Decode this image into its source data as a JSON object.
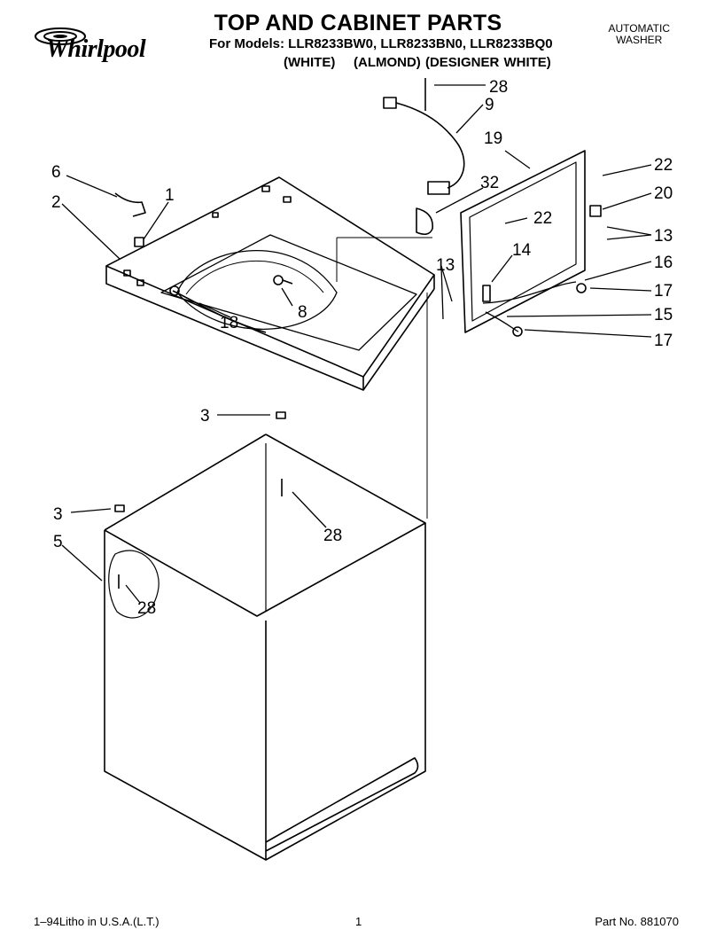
{
  "header": {
    "brand": "Whirlpool",
    "title": "TOP AND CABINET PARTS",
    "models_line": "For Models: LLR8233BW0, LLR8233BN0, LLR8233BQ0",
    "variants_line": "(WHITE)    (ALMOND) (DESIGNER WHITE)",
    "product_type_line1": "AUTOMATIC",
    "product_type_line2": "WASHER"
  },
  "callouts": {
    "c28_top": "28",
    "c9": "9",
    "c19": "19",
    "c22_a": "22",
    "c22_b": "22",
    "c20": "20",
    "c13_a": "13",
    "c13_b": "13",
    "c16": "16",
    "c17_a": "17",
    "c17_b": "17",
    "c15": "15",
    "c14": "14",
    "c32": "32",
    "c6": "6",
    "c1": "1",
    "c2": "2",
    "c8": "8",
    "c18": "18",
    "c3_a": "3",
    "c3_b": "3",
    "c5": "5",
    "c28_mid": "28",
    "c28_low": "28"
  },
  "footer": {
    "litho": "1–94Litho in U.S.A.(L.T.)",
    "page": "1",
    "part_no": "Part No. 881070"
  }
}
